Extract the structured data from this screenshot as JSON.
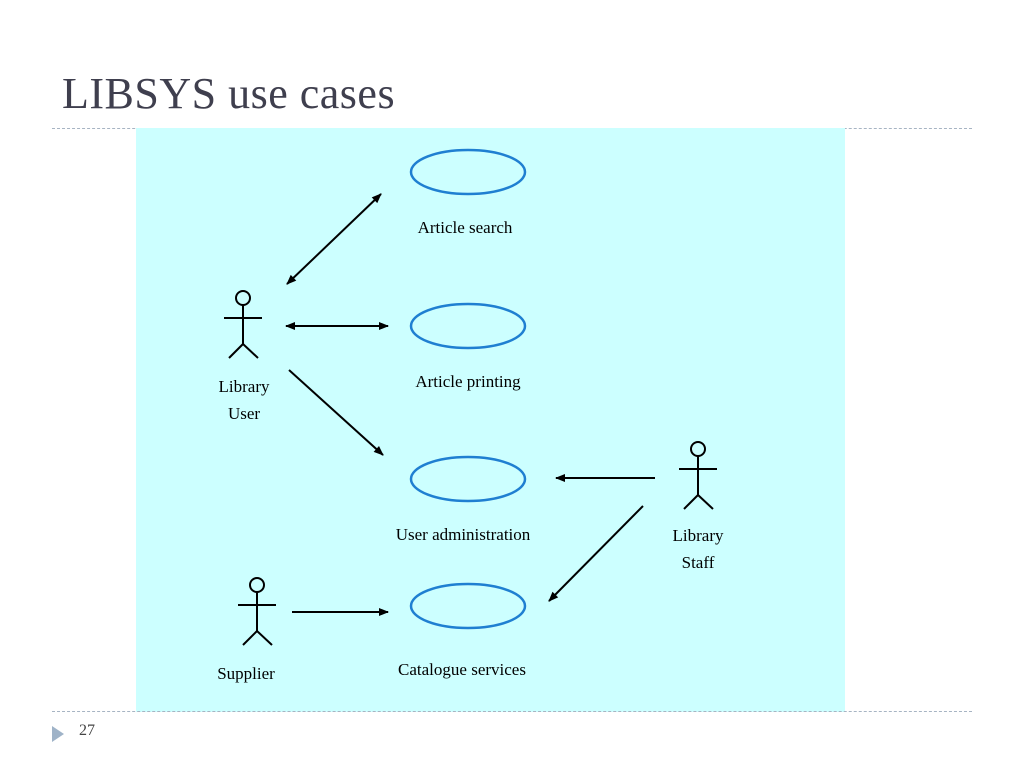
{
  "slide": {
    "title": "LIBSYS use cases",
    "page_number": "27"
  },
  "diagram": {
    "background_color": "#ccffff",
    "use_case_stroke": "#1f7fd1",
    "use_cases": [
      {
        "id": "article-search",
        "label": "Article search"
      },
      {
        "id": "article-printing",
        "label": "Article printing"
      },
      {
        "id": "user-administration",
        "label": "User administration"
      },
      {
        "id": "catalogue-services",
        "label": "Catalogue services"
      }
    ],
    "actors": [
      {
        "id": "library-user",
        "label_lines": [
          "Library",
          "User"
        ]
      },
      {
        "id": "library-staff",
        "label_lines": [
          "Library",
          "Staff"
        ]
      },
      {
        "id": "supplier",
        "label_lines": [
          "Supplier"
        ]
      }
    ]
  }
}
